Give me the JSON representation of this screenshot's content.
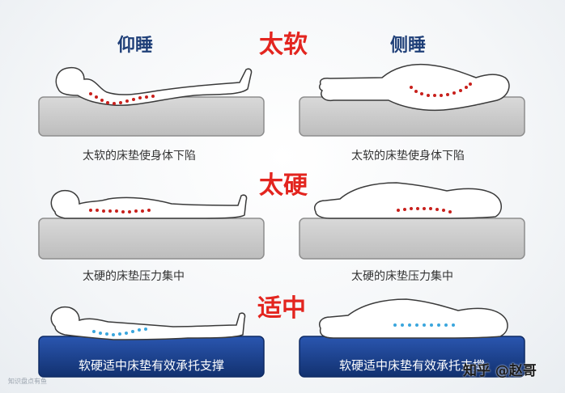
{
  "headers": {
    "back": "仰睡",
    "side": "侧睡"
  },
  "categories": {
    "soft": "太软",
    "hard": "太硬",
    "medium": "适中"
  },
  "captions": {
    "soft_back": "太软的床垫使身体下陷",
    "soft_side": "太软的床垫使身体下陷",
    "hard_back": "太硬的床垫压力集中",
    "hard_side": "太硬的床垫压力集中",
    "medium_back": "软硬适中床垫有效承托支撑",
    "medium_side": "软硬适中床垫有效承托支撑"
  },
  "watermark": {
    "main": "知乎 @赵哥",
    "small": "知识盘点有鱼"
  },
  "colors": {
    "category_red": "#e3251f",
    "header_blue": "#1f3f78",
    "dot_red": "#c8201c",
    "dot_blue": "#3aa6dd",
    "mattress_grey": "#c9c9c9",
    "mattress_blue": "#1a3d8c"
  }
}
